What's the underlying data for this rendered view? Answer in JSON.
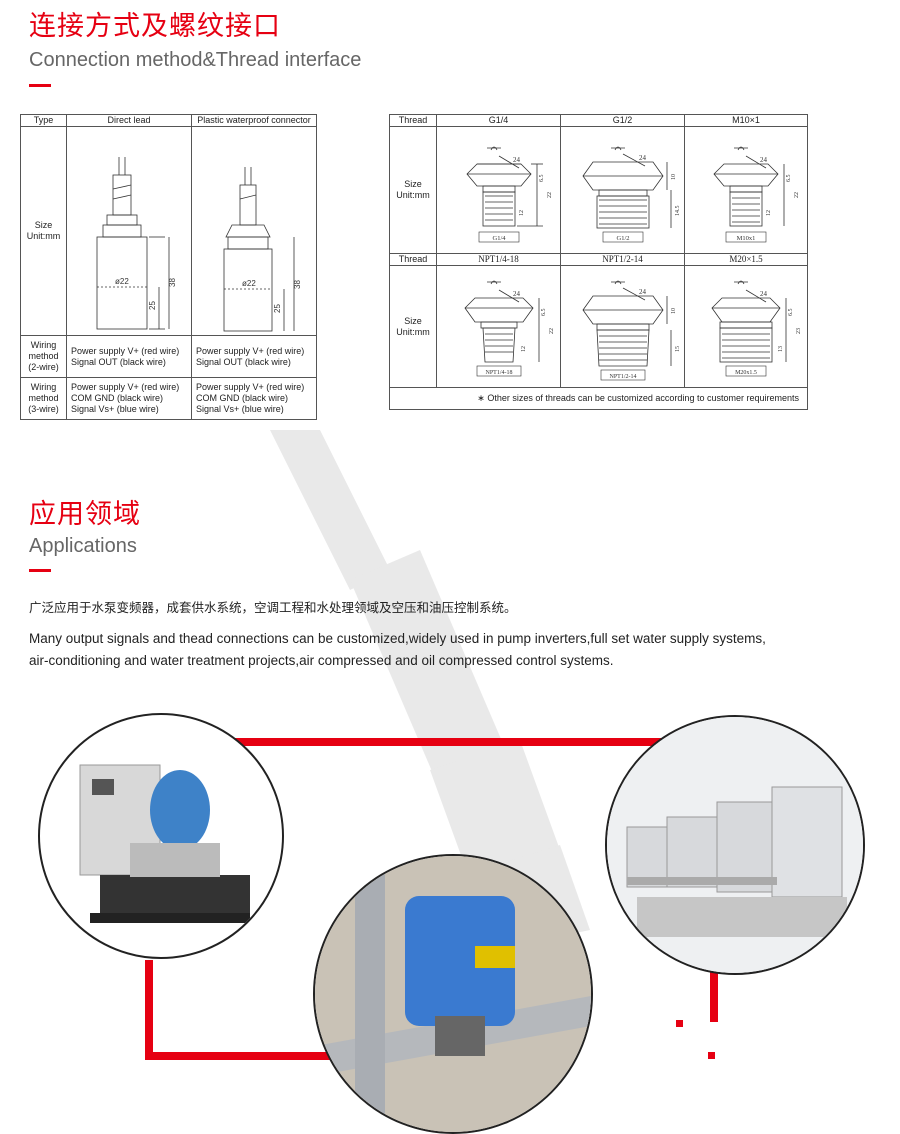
{
  "section1": {
    "title_cn": "连接方式及螺纹接口",
    "title_en": "Connection method&Thread interface"
  },
  "left_table": {
    "headers": [
      "Type",
      "Direct lead",
      "Plastic waterproof connector"
    ],
    "size_label_1": "Size",
    "size_label_2": "Unit:mm",
    "dims": {
      "dia": "ø22",
      "h25": "25",
      "h38": "38"
    },
    "wiring2": {
      "label": [
        "Wiring",
        "method",
        "(2-wire)"
      ],
      "col1": [
        "Power supply V+ (red wire)",
        "Signal OUT (black wire)"
      ],
      "col2": [
        "Power supply V+ (red wire)",
        "Signal OUT (black wire)"
      ]
    },
    "wiring3": {
      "label": [
        "Wiring",
        "method",
        "(3-wire)"
      ],
      "col1": [
        "Power supply V+ (red wire)",
        "COM GND (black wire)",
        "Signal Vs+ (blue wire)"
      ],
      "col2": [
        "Power supply V+ (red wire)",
        "COM GND (black wire)",
        "Signal Vs+ (blue wire)"
      ]
    }
  },
  "right_table": {
    "thread_label": "Thread",
    "size_label_1": "Size",
    "size_label_2": "Unit:mm",
    "row1_headers": [
      "G1/4",
      "G1/2",
      "M10×1"
    ],
    "row1_tags": [
      "G1/4",
      "G1/2",
      "M10x1"
    ],
    "row1_hex": [
      "24",
      "24",
      "24"
    ],
    "row1_dims": [
      [
        "6.5",
        "22",
        "12"
      ],
      [
        "10",
        "14.5"
      ],
      [
        "6.5",
        "22",
        "12"
      ]
    ],
    "row2_headers": [
      "NPT1/4-18",
      "NPT1/2-14",
      "M20×1.5"
    ],
    "row2_tags": [
      "NPT1/4-18",
      "NPT1/2-14",
      "M20x1.5"
    ],
    "row2_hex": [
      "24",
      "24",
      "24"
    ],
    "row2_dims": [
      [
        "6.5",
        "22",
        "12"
      ],
      [
        "10",
        "15"
      ],
      [
        "6.5",
        "23",
        "13"
      ]
    ],
    "note": "∗ Other sizes of threads can be customized according to customer requirements"
  },
  "section2": {
    "title_cn": "应用领域",
    "title_en": "Applications",
    "para_cn": "广泛应用于水泵变频器，成套供水系统，空调工程和水处理领域及空压和油压控制系统。",
    "para_en_1": "Many output signals and thead connections can be customized,widely used in pump inverters,full set water supply systems,",
    "para_en_2": "air-conditioning and water treatment projects,air compressed and oil compressed control systems."
  },
  "colors": {
    "accent": "#e60012",
    "text": "#222222",
    "muted": "#666666"
  }
}
